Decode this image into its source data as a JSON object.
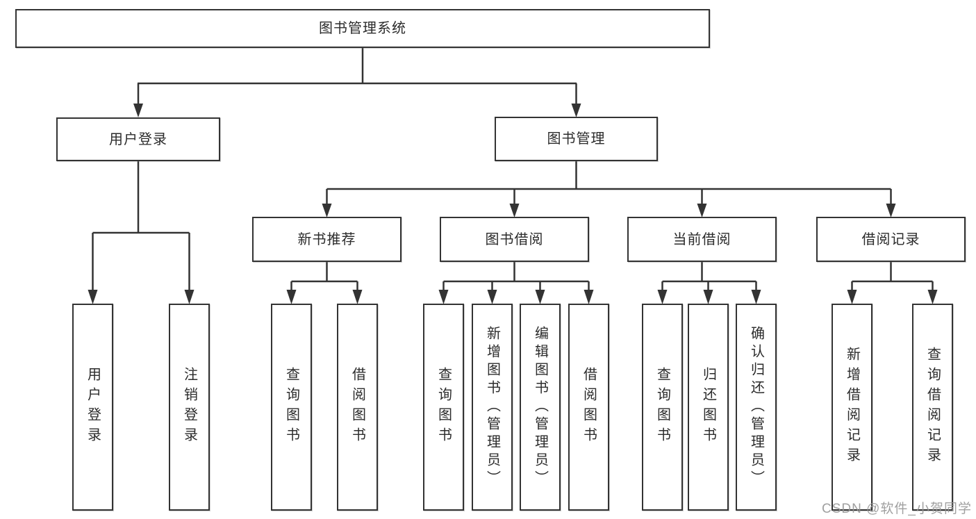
{
  "diagram_title": "图书管理系统",
  "nodes": {
    "root": "图书管理系统",
    "user_login": "用户登录",
    "book_management": "图书管理",
    "new_book_recommend": "新书推荐",
    "book_borrowing": "图书借阅",
    "current_borrowing": "当前借阅",
    "borrowing_records": "借阅记录",
    "leaves": {
      "user_login": "用户登录",
      "logout": "注销登录",
      "query_books_1": "查询图书",
      "borrow_books_1": "借阅图书",
      "query_books_2": "查询图书",
      "add_book_admin": "新增图书（管理员）",
      "edit_book_admin": "编辑图书（管理员）",
      "borrow_books_2": "借阅图书",
      "query_books_3": "查询图书",
      "return_books": "归还图书",
      "confirm_return_admin": "确认归还（管理员）",
      "add_borrow_record": "新增借阅记录",
      "query_borrow_record": "查询借阅记录"
    }
  },
  "watermark": "CSDN @软件_小贺同学",
  "colors": {
    "line": "#333333",
    "border": "#333333",
    "text": "#2b2b2b",
    "watermark": "#969696",
    "background": "#ffffff"
  }
}
